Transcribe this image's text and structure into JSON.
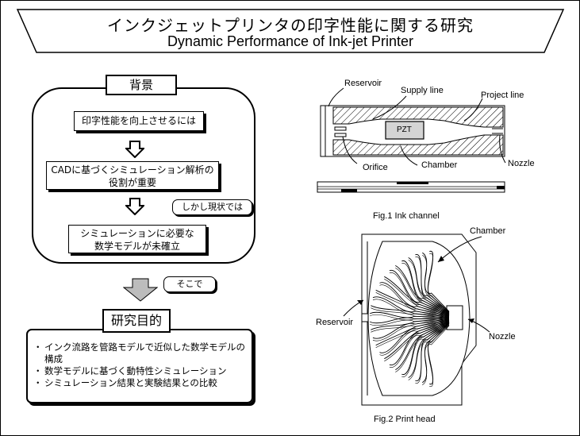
{
  "title": {
    "jp": "インクジェットプリンタの印字性能に関する研究",
    "en": "Dynamic Performance of Ink-jet Printer"
  },
  "background": {
    "tag": "背景",
    "box1": "印字性能を向上させるには",
    "box2_line1": "CADに基づくシミュレーション解析の",
    "box2_line2": "役割が重要",
    "callout1": "しかし現状では",
    "box3_line1": "シミュレーションに必要な",
    "box3_line2": "数学モデルが未確立"
  },
  "transition": {
    "callout": "そこで"
  },
  "purpose": {
    "tag": "研究目的",
    "items": [
      "インク流路を管路モデルで近似した数学モデルの構成",
      "数学モデルに基づく動特性シミュレーション",
      "シミュレーション結果と実験結果との比較"
    ]
  },
  "fig1": {
    "labels": {
      "reservoir": "Reservoir",
      "supply_line": "Supply line",
      "project_line": "Project line",
      "pzt": "PZT",
      "orifice": "Orifice",
      "chamber": "Chamber",
      "nozzle": "Nozzle"
    },
    "caption": "Fig.1 Ink channel"
  },
  "fig2": {
    "labels": {
      "chamber": "Chamber",
      "reservoir": "Reservoir",
      "nozzle": "Nozzle"
    },
    "caption": "Fig.2 Print head"
  },
  "colors": {
    "arrow_fill": "#bcbcbc",
    "outline": "#000000"
  }
}
